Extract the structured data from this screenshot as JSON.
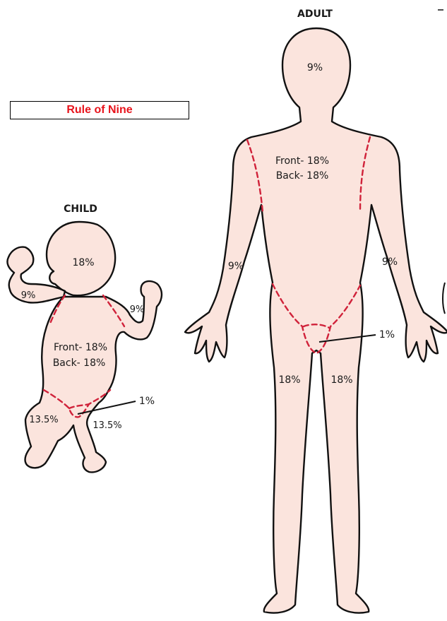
{
  "title": "Rule of Nine",
  "colors": {
    "title_text": "#e8141c",
    "skin_fill": "#fbe4dd",
    "outline": "#111111",
    "zone_lines": "#d0223a"
  },
  "adult": {
    "heading": "ADULT",
    "head": "9%",
    "trunk_front": "Front- 18%",
    "trunk_back": "Back- 18%",
    "left_arm": "9%",
    "right_arm": "9%",
    "genitals": "1%",
    "left_leg": "18%",
    "right_leg": "18%"
  },
  "child": {
    "heading": "CHILD",
    "head": "18%",
    "trunk_front": "Front- 18%",
    "trunk_back": "Back- 18%",
    "left_arm": "9%",
    "right_arm": "9%",
    "genitals": "1%",
    "left_leg": "13.5%",
    "right_leg": "13.5%"
  }
}
